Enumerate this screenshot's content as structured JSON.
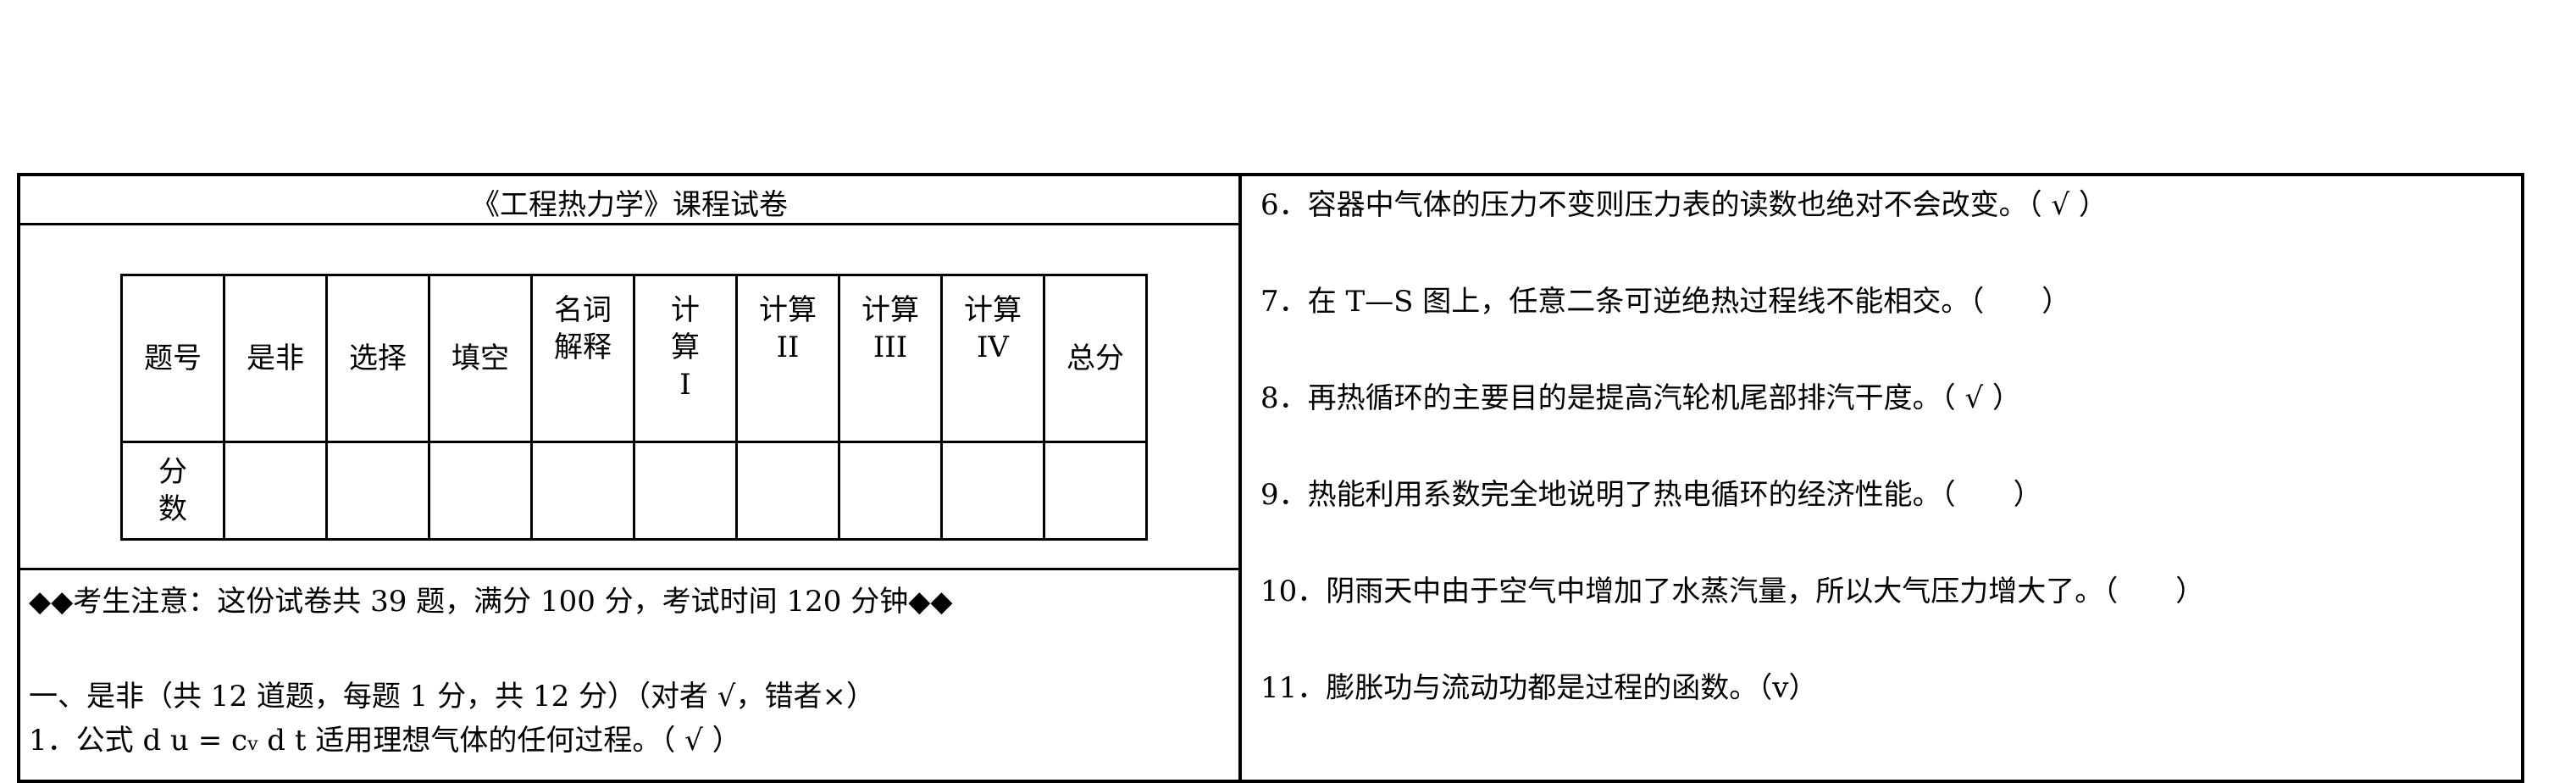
{
  "exam": {
    "title": "《工程热力学》课程试卷",
    "score_table": {
      "header": [
        "题号",
        "是非",
        "选择",
        "填空",
        "名词解释",
        "计算Ⅰ",
        "计算Ⅱ",
        "计算Ⅲ",
        "计算Ⅳ",
        "总分"
      ],
      "header_stacked": {
        "mingci": [
          "名词",
          "解释"
        ],
        "jisuan1": [
          "计",
          "算",
          "I"
        ],
        "jisuan2": [
          "计算",
          "II"
        ],
        "jisuan3": [
          "计算",
          "III"
        ],
        "jisuan4": [
          "计算",
          "IV"
        ]
      },
      "score_row_label": [
        "分",
        "数"
      ]
    },
    "notice": "◆◆考生注意：这份试卷共 39 题，满分 100 分，考试时间 120 分钟◆◆",
    "section1": {
      "heading": "一、是非（共 12 道题，每题 1 分，共 12 分）（对者 √，错者×）",
      "q1": {
        "prefix": "1．公式 d u = c",
        "subscript": "v",
        "suffix": " d t 适用理想气体的任何过程。（ √ ）"
      }
    },
    "right_items": [
      "6．容器中气体的压力不变则压力表的读数也绝对不会改变。（ √ ）",
      "7．在 T—S 图上，任意二条可逆绝热过程线不能相交。（　　）",
      "8．再热循环的主要目的是提高汽轮机尾部排汽干度。（ √ ）",
      "9．热能利用系数完全地说明了热电循环的经济性能。（　　）",
      "10．阴雨天中由于空气中增加了水蒸汽量，所以大气压力增大了。（　　）",
      "11．膨胀功与流动功都是过程的函数。（v）"
    ]
  }
}
